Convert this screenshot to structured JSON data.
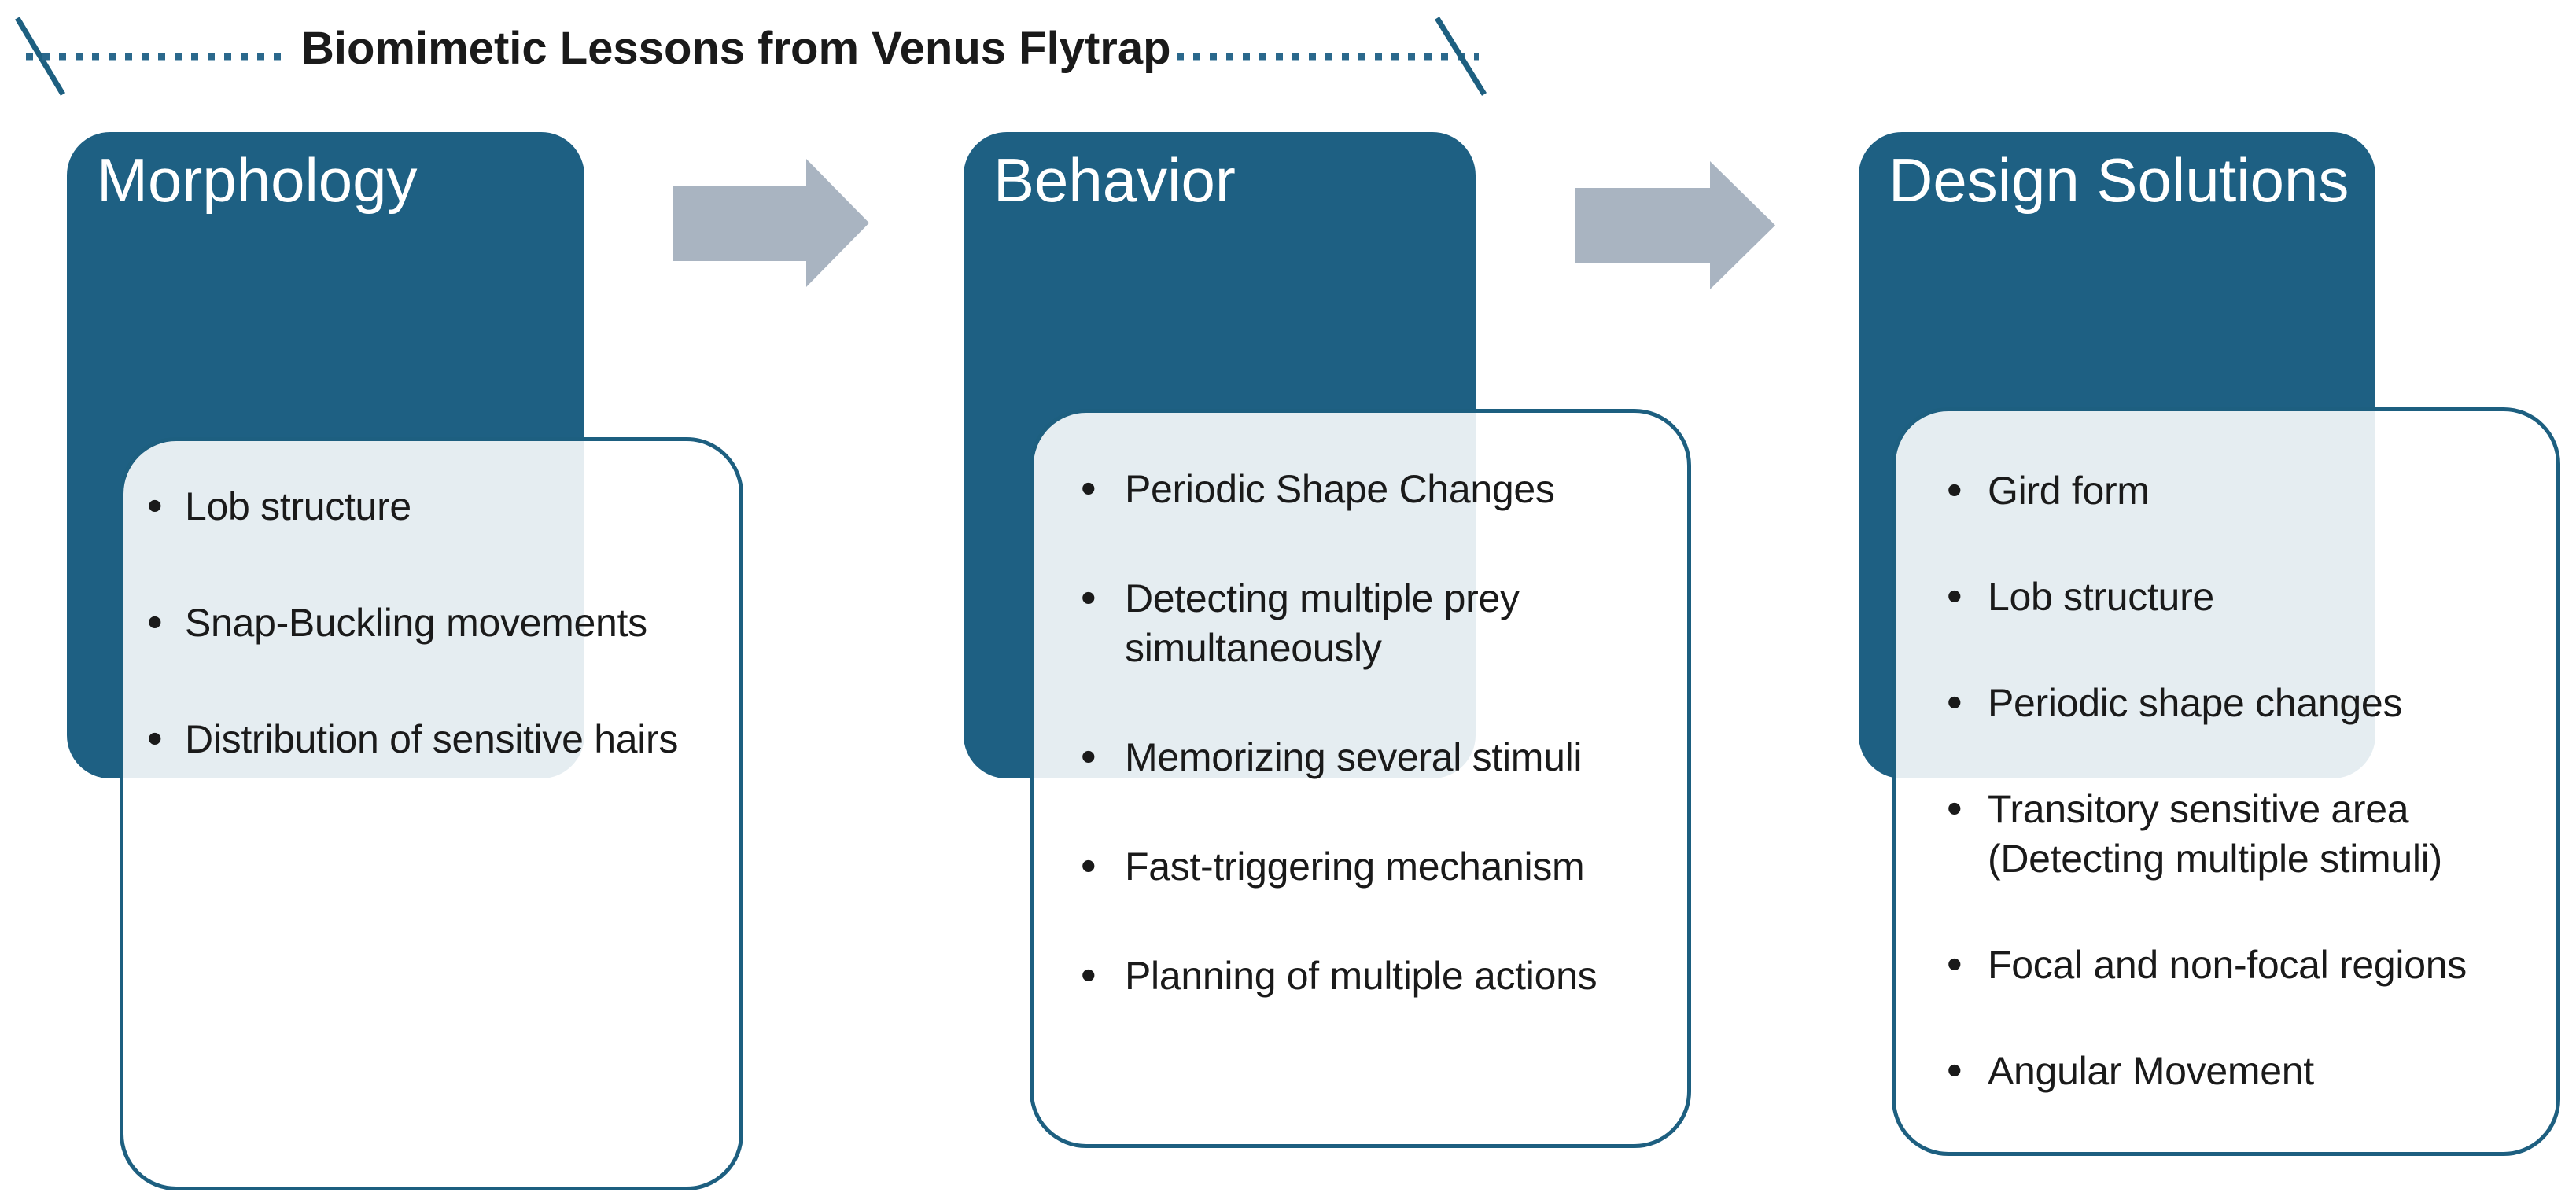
{
  "title": "Biomimetic Lessons from Venus Flytrap",
  "columns": [
    {
      "header": "Morphology",
      "items": [
        "Lob structure",
        "Snap-Buckling movements",
        "Distribution of sensitive hairs"
      ]
    },
    {
      "header": "Behavior",
      "items": [
        "Periodic Shape Changes",
        "Detecting multiple prey simultaneously",
        "Memorizing several stimuli",
        "Fast-triggering mechanism",
        "Planning of multiple actions"
      ]
    },
    {
      "header": "Design Solutions",
      "items": [
        "Gird form",
        "Lob structure",
        "Periodic shape changes",
        "Transitory sensitive area (Detecting multiple stimuli)",
        "Focal and non-focal regions",
        "Angular Movement"
      ]
    }
  ],
  "icons": {
    "flow_arrow": "right-arrow",
    "title_end_marks": "diagonal-slash",
    "title_rule": "dotted-line"
  },
  "colors": {
    "teal_box": "#1e6083",
    "card_border": "#1d5f80",
    "card_overlap_tint": "#e5edf0",
    "arrow_gray": "#a9b4c1",
    "dotted_line": "#2a688c",
    "title_text": "#1a1a1a",
    "body_text": "#1a1a1a",
    "header_text": "#ffffff"
  }
}
